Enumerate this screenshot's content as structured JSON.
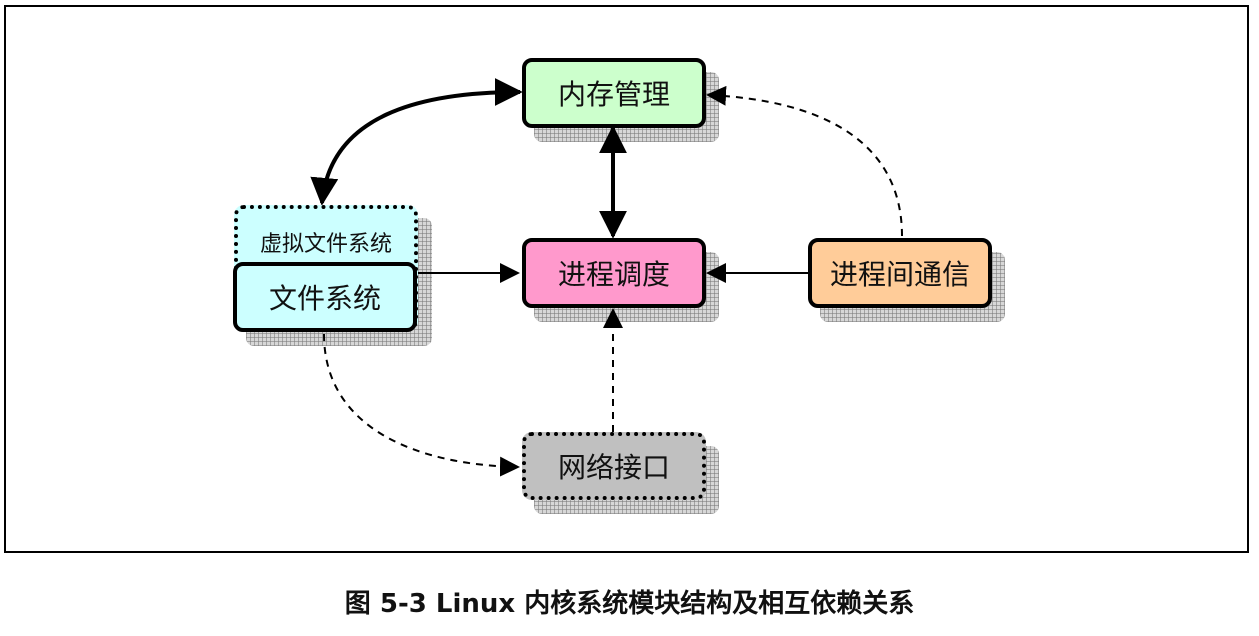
{
  "nodes": {
    "memory": {
      "label": "内存管理",
      "color": "#ccffcc"
    },
    "scheduler": {
      "label": "进程调度",
      "color": "#ff99cc"
    },
    "vfs": {
      "label": "虚拟文件系统",
      "color": "#ccffff"
    },
    "fs": {
      "label": "文件系统",
      "color": "#ccffff"
    },
    "ipc": {
      "label": "进程间通信",
      "color": "#ffcc99"
    },
    "net": {
      "label": "网络接口",
      "color": "#c0c0c0"
    }
  },
  "caption": "图 5-3 Linux 内核系统模块结构及相互依赖关系"
}
